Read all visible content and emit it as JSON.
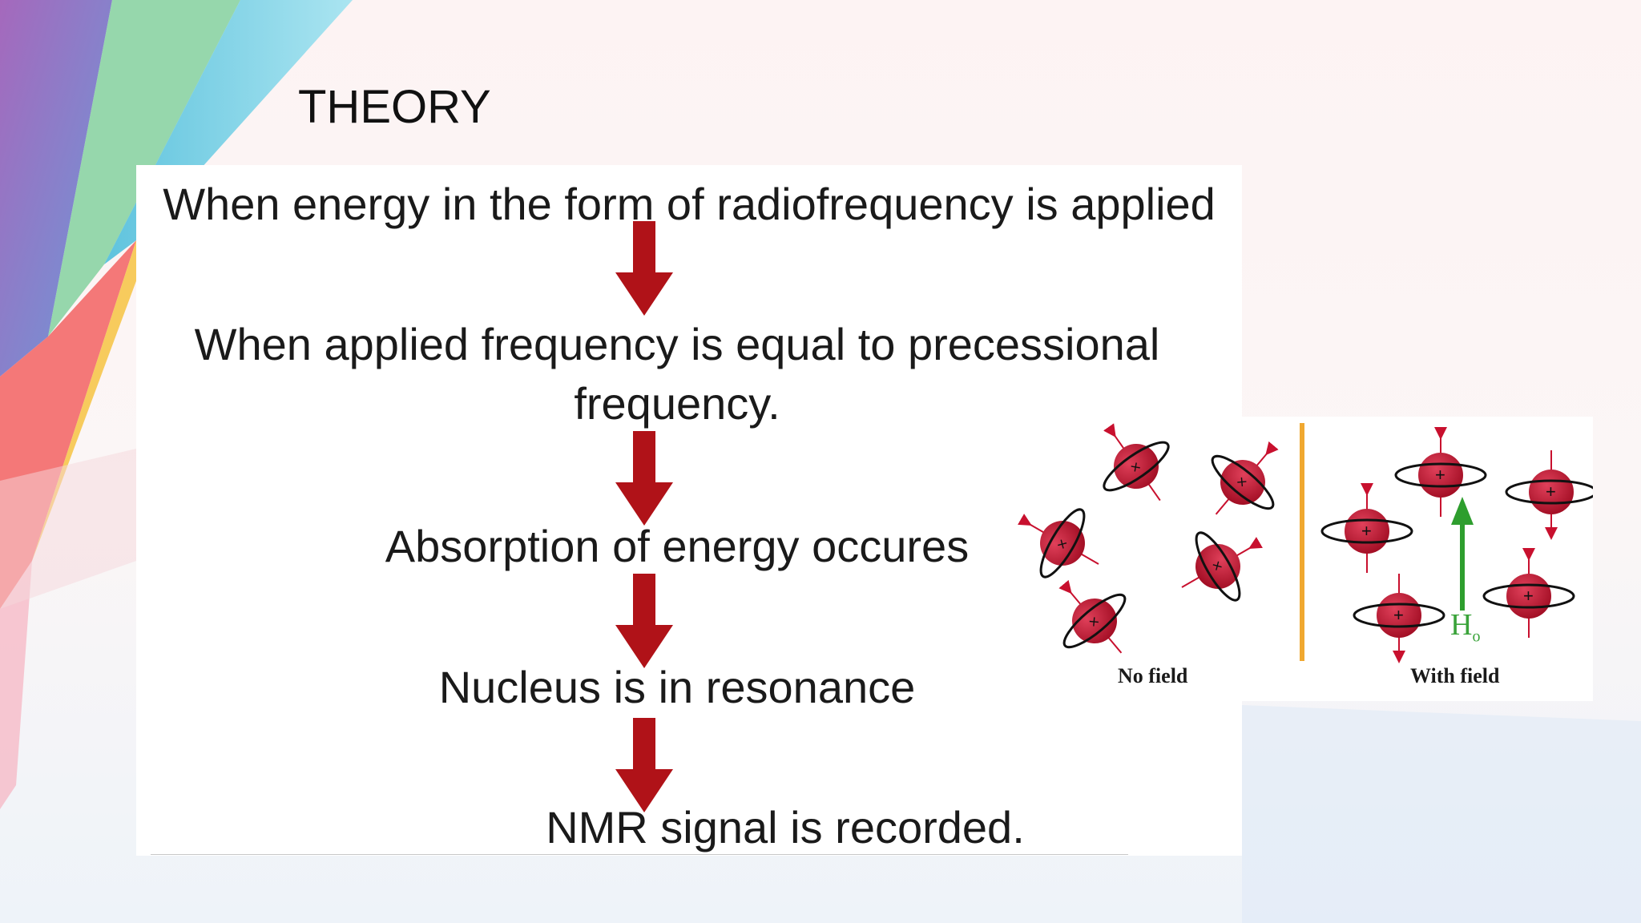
{
  "title": "THEORY",
  "flow": {
    "step1": "When energy in the form of radiofrequency is applied",
    "step2_line1": "When applied frequency is equal to precessional",
    "step2_line2": "frequency.",
    "step3": "Absorption of energy occures",
    "step4": "Nucleus is in resonance",
    "step5": "NMR signal is recorded."
  },
  "figure": {
    "label_no_field": "No field",
    "label_with_field": "With field",
    "field_symbol": "H",
    "field_subscript": "o"
  },
  "colors": {
    "arrow": "#b01218",
    "nucleus": "#c8102e",
    "divider": "#f0a830",
    "field_arrow": "#2e9e2e"
  }
}
